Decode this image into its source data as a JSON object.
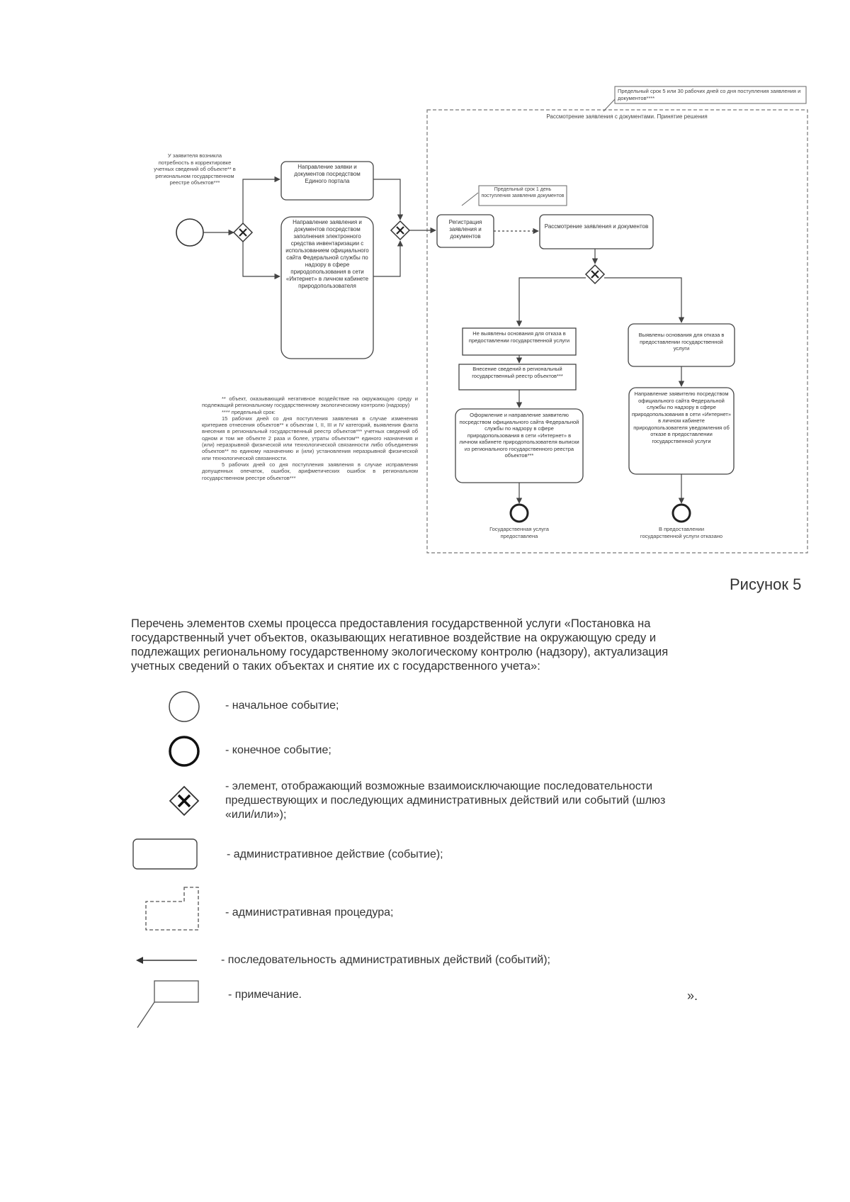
{
  "diagram": {
    "procedure_title": "Рассмотрение заявления с документами. Принятие решения",
    "note_top": "Предельный срок 5 или 30 рабочих дней со дня поступления заявления и документов****",
    "note_registration": "Предельный срок 1 день поступления заявления документов",
    "start_label": "У заявителя возникла потребность в корректировке учетных сведений об объекте** в региональном государственном реестре объектов***",
    "task_portal": "Направление заявки и документов посредством Единого портала",
    "task_electronic": "Направление заявления и документов посредством заполнения электронного средства инвентаризации с использованием официального сайта Федеральной службы по надзору в сфере природопользования в сети «Интернет» в личном кабинете природопользователя",
    "task_register": "Регистрация заявления и документов",
    "task_review": "Рассмотрение заявления и документов",
    "task_no_grounds": "Не выявлены основания для отказа в предоставлении государственной услуги",
    "task_grounds": "Выявлены основания для отказа в предоставлении государственной услуги",
    "task_update": "Внесение сведений в региональный государственный реестр объектов***",
    "task_issue": "Оформление и направление заявителю посредством официального сайта Федеральной службы по надзору в сфере природопользования в сети «Интернет» в личном кабинете природопользователя выписки из регионального государственного реестра объектов***",
    "task_refusal": "Направление заявителю посредством официального сайта Федеральной службы по надзору в сфере природопользования в сети «Интернет» в личном кабинете природопользователя уведомления об отказе в предоставлении государственной услуги",
    "end_provided": "Государственная услуга предоставлена",
    "end_refused": "В предоставлении государственной услуги отказано",
    "footnote_object": "** объект, оказывающий негативное воздействие на окружающую среду и подлежащий региональному государственному экологическому контролю (надзору)",
    "footnote_term_title": "**** предельный срок:",
    "footnote_term_15": "15 рабочих дней со дня поступления заявления в случае изменения критериев отнесения объектов** к объектам I, II, III и IV категорий, выявления факта внесения в региональный государственный реестр объектов*** учетных сведений об одном и том же объекте 2 раза и более, утраты объектом** единого назначения и (или) неразрывной физической или технологической связанности либо объединения объектов** по единому назначению и (или) установления неразрывной физической или технологической связанности.",
    "footnote_term_5": "5 рабочих дней со дня поступления заявления в случае исправления допущенных опечаток, ошибок, арифметических ошибок в региональном государственном реестре объектов***"
  },
  "figure_caption": "Рисунок 5",
  "legend": {
    "intro": "Перечень элементов схемы процесса предоставления государственной услуги «Постановка на государственный учет объектов, оказывающих негативное воздействие на окружающую среду и подлежащих региональному государственному экологическому контролю (надзору), актуализация учетных сведений о таких объектах и снятие их с государственного учета»:",
    "start_event": "- начальное событие;",
    "end_event": "- конечное событие;",
    "gateway": "- элемент, отображающий возможные взаимоисключающие последовательности предшествующих и последующих административных действий или событий (шлюз «или/или»);",
    "action": "- административное действие (событие);",
    "procedure": "- административная процедура;",
    "sequence": "- последовательность административных действий (событий);",
    "note": "- примечание."
  },
  "closing": "»."
}
